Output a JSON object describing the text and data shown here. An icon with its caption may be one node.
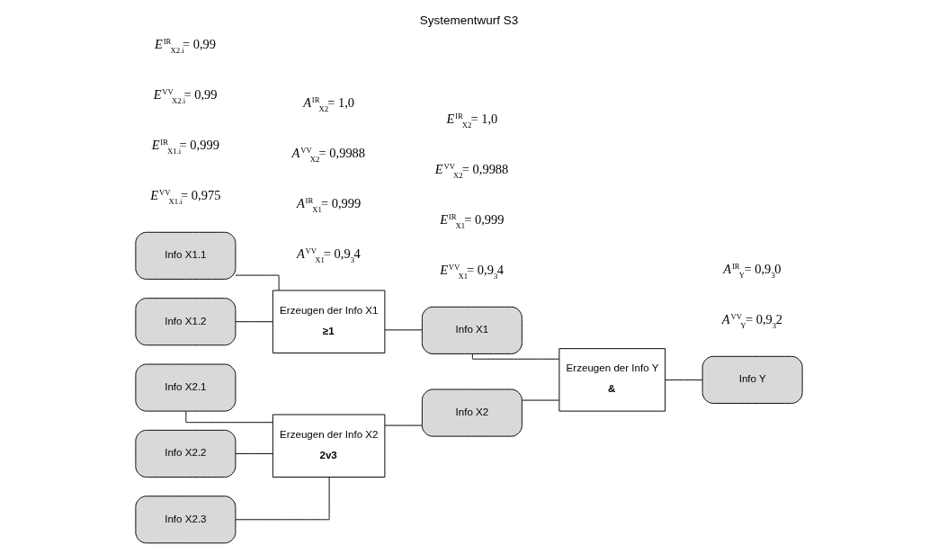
{
  "diagram": {
    "title": "Systementwurf S3",
    "nodes": [
      {
        "text": [
          "Info X1.1"
        ]
      },
      {
        "text": [
          "Info X1.2"
        ]
      },
      {
        "text": [
          "Erzeugen der Info X1",
          "≥1"
        ]
      },
      {
        "text": [
          "Info X1"
        ]
      },
      {
        "text": [
          "Info X2.1"
        ]
      },
      {
        "text": [
          "Info X2.2"
        ]
      },
      {
        "text": [
          "Info X2.3"
        ]
      },
      {
        "text": [
          "Erzeugen der Info X2",
          "2v3"
        ]
      },
      {
        "text": [
          "Info X2"
        ]
      },
      {
        "text": [
          "Erzeugen der Info Y",
          "&"
        ]
      },
      {
        "text": [
          "Info Y"
        ]
      }
    ],
    "edges": [
      {
        "from": 0,
        "to": 2,
        "arrow": "none"
      },
      {
        "from": 1,
        "to": 2,
        "arrow": "none"
      },
      {
        "from": 2,
        "to": 3,
        "arrow": "none"
      },
      {
        "from": 3,
        "to": 9,
        "arrow": "none"
      },
      {
        "from": 4,
        "to": 7,
        "arrow": "none"
      },
      {
        "from": 5,
        "to": 7,
        "arrow": "none"
      },
      {
        "from": 6,
        "to": 7,
        "arrow": "none"
      },
      {
        "from": 7,
        "to": 8,
        "arrow": "none"
      },
      {
        "from": 8,
        "to": 9,
        "arrow": "none"
      },
      {
        "from": 9,
        "to": 10,
        "arrow": "none"
      }
    ],
    "labels": [
      "*E*$^{VV}$$_{X1.i}$= 0,975",
      "*E*$^{IR}$$_{X1.i}$= 0,999",
      "*A*$^{VV}$$_{X1}$= 0,9$_{3}$4",
      "*A*$^{IR}$$_{X1}$= 0,999",
      "*E*$^{VV}$$_{X1}$= 0,9$_{3}$4",
      "*E*$^{IR}$$_{X1}$= 0,999",
      "*E*$^{VV}$$_{X2.i}$= 0,99",
      "*E*$^{IR}$$_{X2.i}$= 0,99",
      "*A*$^{VV}$$_{Y}$= 0,9$_{3}$2",
      "*A*$^{IR}$$_{Y}$= 0,9$_{3}$0",
      "*A*$^{VV}$$_{X2}$= 0,9988",
      "*A*$^{IR}$$_{X2}$= 1,0",
      "*E*$^{VV}$$_{X2}$= 0,9988",
      "*E*$^{IR}$$_{X2}$= 1,0"
    ]
  }
}
